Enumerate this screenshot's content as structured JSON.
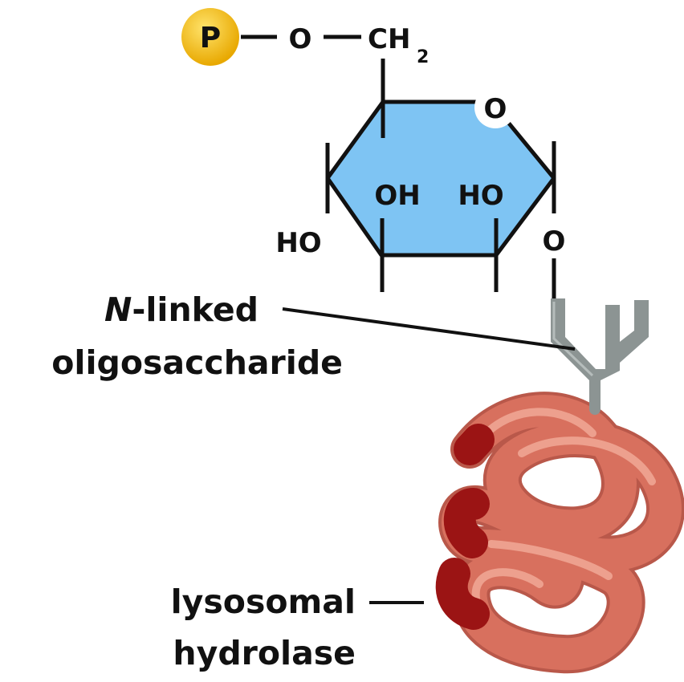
{
  "phosphate": {
    "label": "P",
    "color": "#f5c518"
  },
  "chain": {
    "o_label": "O",
    "ch2_label": "CH",
    "ch2_subscript": "2"
  },
  "ring": {
    "fill": "#7ec4f3",
    "ring_oxygen": "O",
    "oh": "OH",
    "ho_inner": "HO",
    "ho_left": "HO",
    "link_oxygen": "O"
  },
  "labels": {
    "n_prefix": "N",
    "n_suffix": "-linked",
    "oligosaccharide": "oligosaccharide",
    "lysosomal": "lysosomal",
    "hydrolase": "hydrolase"
  },
  "colors": {
    "glycan": "#8c9493",
    "protein": "#d8705e",
    "protein_dark": "#9b1414"
  }
}
